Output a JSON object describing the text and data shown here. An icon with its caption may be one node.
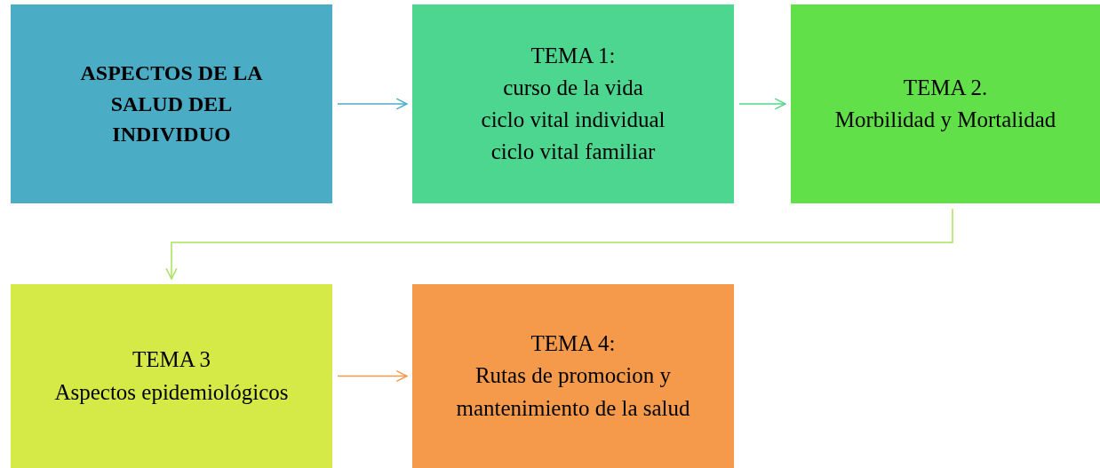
{
  "diagram": {
    "nodes": [
      {
        "text": [
          "ASPECTOS DE LA SALUD DEL INDIVIDUO"
        ]
      },
      {
        "text": [
          "TEMA 1:",
          "curso de la vida",
          "ciclo vital individual",
          "ciclo vital familiar"
        ]
      },
      {
        "text": [
          "TEMA 2.",
          "Morbilidad y Mortalidad"
        ]
      },
      {
        "text": [
          "TEMA 3",
          "Aspectos epidemiológicos"
        ]
      },
      {
        "text": [
          "TEMA 4:",
          "Rutas de promocion y mantenimiento de la salud"
        ]
      }
    ],
    "edges": [
      {
        "from": 0,
        "to": 1,
        "arrow": "to",
        "color": "#4bacc6"
      },
      {
        "from": 1,
        "to": 2,
        "arrow": "to",
        "color": "#55d68a"
      },
      {
        "from": 2,
        "to": 3,
        "arrow": "to",
        "color": "#a9e45c"
      },
      {
        "from": 3,
        "to": 4,
        "arrow": "to",
        "color": "#f59a4a"
      }
    ]
  }
}
